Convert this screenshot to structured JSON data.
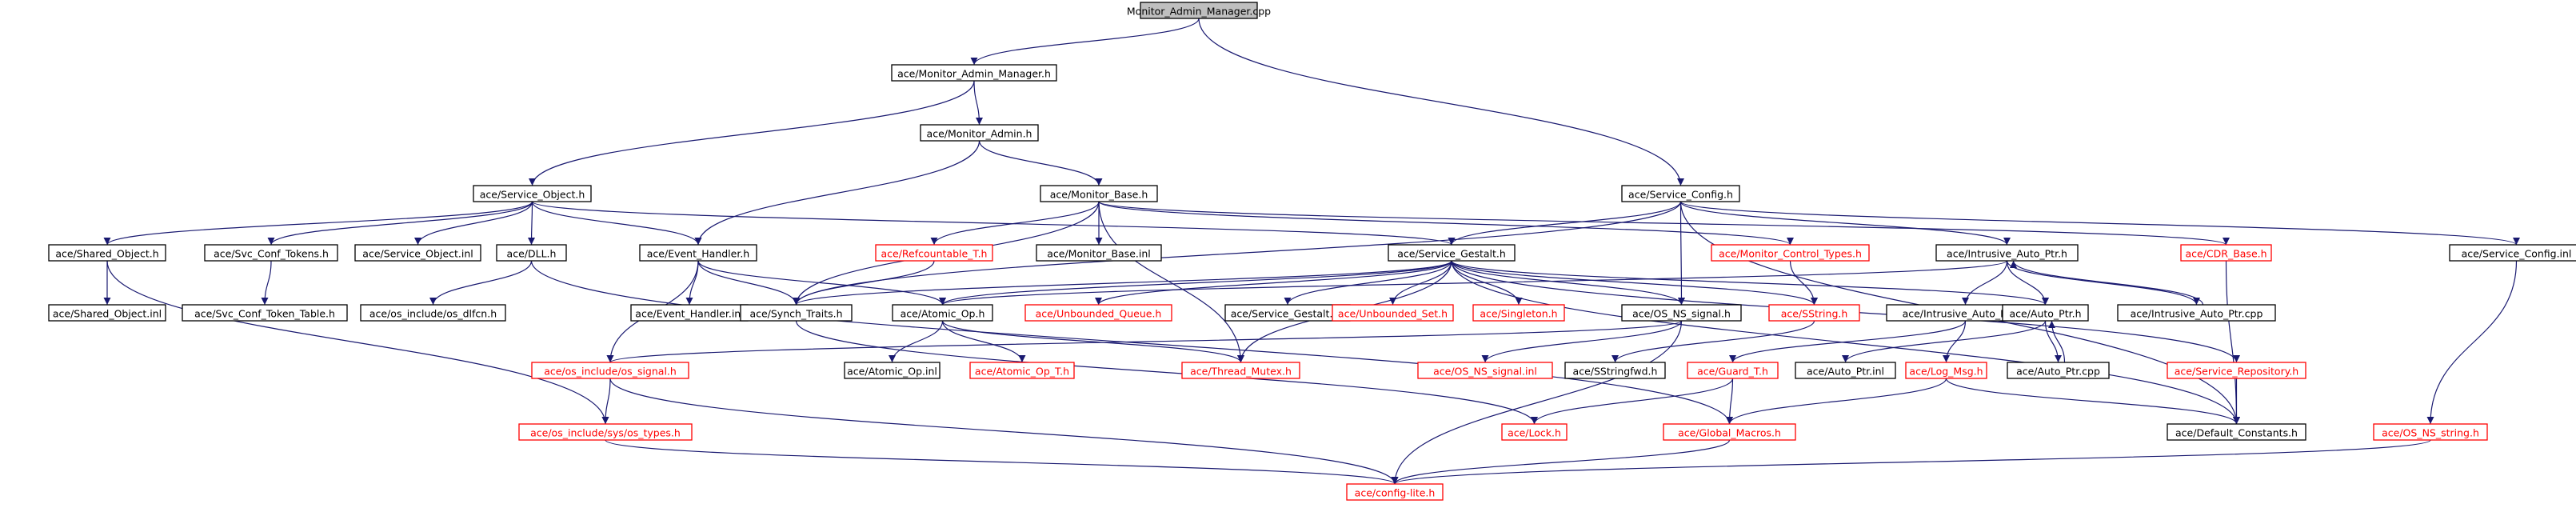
{
  "title": "Monitor_Admin_Manager.cpp",
  "colors": {
    "edge": "#191970",
    "root_fill": "#bfbfbf",
    "node_fill": "#ffffff",
    "documented_border": "#000000",
    "undocumented_border": "#ff0000",
    "documented_text": "#000000",
    "undocumented_text": "#ff0000"
  },
  "nodes": [
    {
      "id": "root",
      "label": "Monitor_Admin_Manager.cpp",
      "kind": "root"
    },
    {
      "id": "mam_h",
      "label": "ace/Monitor_Admin_Manager.h",
      "kind": "documented"
    },
    {
      "id": "madmin_h",
      "label": "ace/Monitor_Admin.h",
      "kind": "documented"
    },
    {
      "id": "svcobj_h",
      "label": "ace/Service_Object.h",
      "kind": "documented"
    },
    {
      "id": "monbase_h",
      "label": "ace/Monitor_Base.h",
      "kind": "documented"
    },
    {
      "id": "svccfg_h",
      "label": "ace/Service_Config.h",
      "kind": "documented"
    },
    {
      "id": "shobj_h",
      "label": "ace/Shared_Object.h",
      "kind": "documented"
    },
    {
      "id": "svcconftok_h",
      "label": "ace/Svc_Conf_Tokens.h",
      "kind": "documented"
    },
    {
      "id": "svcobj_inl",
      "label": "ace/Service_Object.inl",
      "kind": "documented"
    },
    {
      "id": "dll_h",
      "label": "ace/DLL.h",
      "kind": "documented"
    },
    {
      "id": "evh_h",
      "label": "ace/Event_Handler.h",
      "kind": "documented"
    },
    {
      "id": "refcnt_h",
      "label": "ace/Refcountable_T.h",
      "kind": "undocumented"
    },
    {
      "id": "monbase_inl",
      "label": "ace/Monitor_Base.inl",
      "kind": "documented"
    },
    {
      "id": "svcgestalt_h",
      "label": "ace/Service_Gestalt.h",
      "kind": "documented"
    },
    {
      "id": "monctl_h",
      "label": "ace/Monitor_Control_Types.h",
      "kind": "undocumented"
    },
    {
      "id": "intrusive_h",
      "label": "ace/Intrusive_Auto_Ptr.h",
      "kind": "documented"
    },
    {
      "id": "cdrbase_h",
      "label": "ace/CDR_Base.h",
      "kind": "undocumented"
    },
    {
      "id": "svccfg_inl",
      "label": "ace/Service_Config.inl",
      "kind": "documented"
    },
    {
      "id": "shobj_inl",
      "label": "ace/Shared_Object.inl",
      "kind": "documented"
    },
    {
      "id": "svcconftt_h",
      "label": "ace/Svc_Conf_Token_Table.h",
      "kind": "documented"
    },
    {
      "id": "osdlfcn_h",
      "label": "ace/os_include/os_dlfcn.h",
      "kind": "documented"
    },
    {
      "id": "evh_inl",
      "label": "ace/Event_Handler.inl",
      "kind": "documented"
    },
    {
      "id": "synch_h",
      "label": "ace/Synch_Traits.h",
      "kind": "documented"
    },
    {
      "id": "atomic_h",
      "label": "ace/Atomic_Op.h",
      "kind": "documented"
    },
    {
      "id": "unbq_h",
      "label": "ace/Unbounded_Queue.h",
      "kind": "undocumented"
    },
    {
      "id": "svcgestalt_inl",
      "label": "ace/Service_Gestalt.inl",
      "kind": "documented"
    },
    {
      "id": "unbset_h",
      "label": "ace/Unbounded_Set.h",
      "kind": "undocumented"
    },
    {
      "id": "singleton_h",
      "label": "ace/Singleton.h",
      "kind": "undocumented"
    },
    {
      "id": "osnssig_h",
      "label": "ace/OS_NS_signal.h",
      "kind": "documented"
    },
    {
      "id": "sstring_h",
      "label": "ace/SString.h",
      "kind": "undocumented"
    },
    {
      "id": "intrusive_inl",
      "label": "ace/Intrusive_Auto_Ptr.inl",
      "kind": "documented"
    },
    {
      "id": "autoptr_h",
      "label": "ace/Auto_Ptr.h",
      "kind": "documented"
    },
    {
      "id": "intrusive_cpp",
      "label": "ace/Intrusive_Auto_Ptr.cpp",
      "kind": "documented"
    },
    {
      "id": "ossig_h",
      "label": "ace/os_include/os_signal.h",
      "kind": "undocumented"
    },
    {
      "id": "atomic_inl",
      "label": "ace/Atomic_Op.inl",
      "kind": "documented"
    },
    {
      "id": "atomic_t_h",
      "label": "ace/Atomic_Op_T.h",
      "kind": "undocumented"
    },
    {
      "id": "thmutex_h",
      "label": "ace/Thread_Mutex.h",
      "kind": "undocumented"
    },
    {
      "id": "osnssig_inl",
      "label": "ace/OS_NS_signal.inl",
      "kind": "undocumented"
    },
    {
      "id": "sstringfwd_h",
      "label": "ace/SStringfwd.h",
      "kind": "documented"
    },
    {
      "id": "guard_h",
      "label": "ace/Guard_T.h",
      "kind": "undocumented"
    },
    {
      "id": "autoptr_inl",
      "label": "ace/Auto_Ptr.inl",
      "kind": "documented"
    },
    {
      "id": "logmsg_h",
      "label": "ace/Log_Msg.h",
      "kind": "undocumented"
    },
    {
      "id": "autoptr_cpp",
      "label": "ace/Auto_Ptr.cpp",
      "kind": "documented"
    },
    {
      "id": "svcrepo_h",
      "label": "ace/Service_Repository.h",
      "kind": "undocumented"
    },
    {
      "id": "ostypes_h",
      "label": "ace/os_include/sys/os_types.h",
      "kind": "undocumented"
    },
    {
      "id": "lock_h",
      "label": "ace/Lock.h",
      "kind": "undocumented"
    },
    {
      "id": "globmac_h",
      "label": "ace/Global_Macros.h",
      "kind": "undocumented"
    },
    {
      "id": "defconst_h",
      "label": "ace/Default_Constants.h",
      "kind": "documented"
    },
    {
      "id": "osnsstr_h",
      "label": "ace/OS_NS_string.h",
      "kind": "undocumented"
    },
    {
      "id": "cfglite_h",
      "label": "ace/config-lite.h",
      "kind": "undocumented"
    }
  ],
  "edges": [
    [
      "root",
      "mam_h"
    ],
    [
      "root",
      "svccfg_h"
    ],
    [
      "mam_h",
      "madmin_h"
    ],
    [
      "mam_h",
      "svcobj_h"
    ],
    [
      "madmin_h",
      "monbase_h"
    ],
    [
      "madmin_h",
      "evh_h"
    ],
    [
      "svcobj_h",
      "shobj_h"
    ],
    [
      "svcobj_h",
      "svcconftok_h"
    ],
    [
      "svcobj_h",
      "svcobj_inl"
    ],
    [
      "svcobj_h",
      "dll_h"
    ],
    [
      "svcobj_h",
      "evh_h"
    ],
    [
      "svcobj_h",
      "svcgestalt_h"
    ],
    [
      "monbase_h",
      "refcnt_h"
    ],
    [
      "monbase_h",
      "monbase_inl"
    ],
    [
      "monbase_h",
      "synch_h"
    ],
    [
      "monbase_h",
      "monctl_h"
    ],
    [
      "monbase_h",
      "cdrbase_h"
    ],
    [
      "monbase_h",
      "thmutex_h"
    ],
    [
      "svccfg_h",
      "svcgestalt_h"
    ],
    [
      "svccfg_h",
      "intrusive_h"
    ],
    [
      "svccfg_h",
      "svccfg_inl"
    ],
    [
      "svccfg_h",
      "osnssig_h"
    ],
    [
      "svccfg_h",
      "synch_h"
    ],
    [
      "svccfg_h",
      "defconst_h"
    ],
    [
      "shobj_h",
      "shobj_inl"
    ],
    [
      "shobj_h",
      "ostypes_h"
    ],
    [
      "svcconftok_h",
      "svcconftt_h"
    ],
    [
      "dll_h",
      "osdlfcn_h"
    ],
    [
      "dll_h",
      "globmac_h"
    ],
    [
      "evh_h",
      "evh_inl"
    ],
    [
      "evh_h",
      "synch_h"
    ],
    [
      "evh_h",
      "atomic_h"
    ],
    [
      "evh_h",
      "ossig_h"
    ],
    [
      "refcnt_h",
      "synch_h"
    ],
    [
      "svcgestalt_h",
      "synch_h"
    ],
    [
      "svcgestalt_h",
      "atomic_h"
    ],
    [
      "svcgestalt_h",
      "unbq_h"
    ],
    [
      "svcgestalt_h",
      "svcgestalt_inl"
    ],
    [
      "svcgestalt_h",
      "unbset_h"
    ],
    [
      "svcgestalt_h",
      "singleton_h"
    ],
    [
      "svcgestalt_h",
      "osnssig_h"
    ],
    [
      "svcgestalt_h",
      "sstring_h"
    ],
    [
      "svcgestalt_h",
      "svcrepo_h"
    ],
    [
      "svcgestalt_h",
      "autoptr_h"
    ],
    [
      "svcgestalt_h",
      "defconst_h"
    ],
    [
      "svcgestalt_h",
      "thmutex_h"
    ],
    [
      "monctl_h",
      "sstring_h"
    ],
    [
      "intrusive_h",
      "atomic_h"
    ],
    [
      "intrusive_h",
      "intrusive_inl"
    ],
    [
      "intrusive_h",
      "autoptr_h"
    ],
    [
      "intrusive_h",
      "intrusive_cpp"
    ],
    [
      "cdrbase_h",
      "defconst_h"
    ],
    [
      "svccfg_inl",
      "osnsstr_h"
    ],
    [
      "synch_h",
      "lock_h"
    ],
    [
      "atomic_h",
      "atomic_inl"
    ],
    [
      "atomic_h",
      "atomic_t_h"
    ],
    [
      "atomic_h",
      "thmutex_h"
    ],
    [
      "osnssig_h",
      "ossig_h"
    ],
    [
      "osnssig_h",
      "osnssig_inl"
    ],
    [
      "osnssig_h",
      "cfglite_h"
    ],
    [
      "sstring_h",
      "sstringfwd_h"
    ],
    [
      "intrusive_inl",
      "guard_h"
    ],
    [
      "intrusive_inl",
      "logmsg_h"
    ],
    [
      "intrusive_cpp",
      "intrusive_h"
    ],
    [
      "autoptr_h",
      "autoptr_inl"
    ],
    [
      "autoptr_h",
      "autoptr_cpp"
    ],
    [
      "autoptr_cpp",
      "autoptr_h"
    ],
    [
      "ossig_h",
      "ostypes_h"
    ],
    [
      "ossig_h",
      "cfglite_h"
    ],
    [
      "guard_h",
      "lock_h"
    ],
    [
      "guard_h",
      "globmac_h"
    ],
    [
      "logmsg_h",
      "globmac_h"
    ],
    [
      "logmsg_h",
      "defconst_h"
    ],
    [
      "svcrepo_h",
      "defconst_h"
    ],
    [
      "ostypes_h",
      "cfglite_h"
    ],
    [
      "globmac_h",
      "cfglite_h"
    ],
    [
      "osnsstr_h",
      "cfglite_h"
    ]
  ]
}
